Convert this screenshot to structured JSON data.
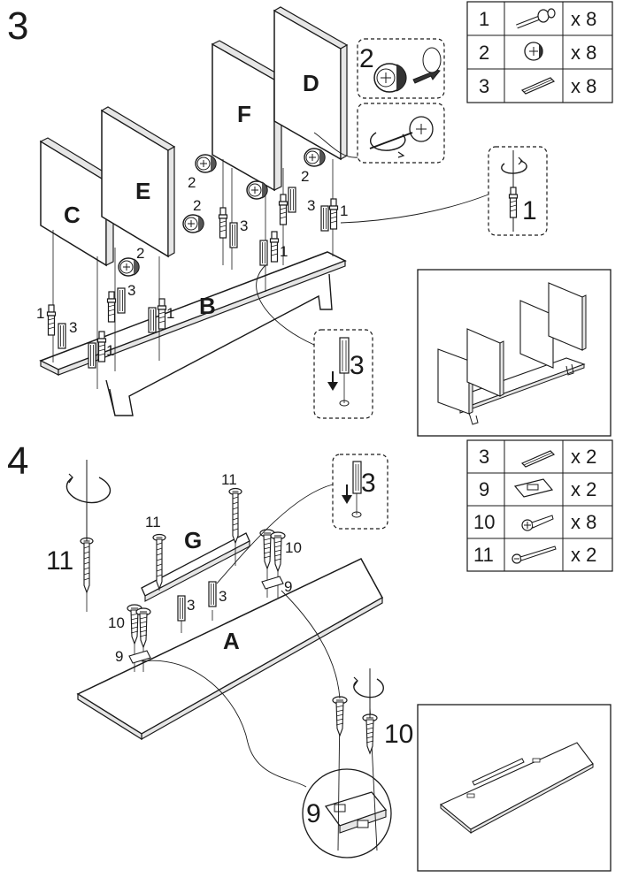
{
  "steps": {
    "step3": {
      "number": "3",
      "panels": {
        "C": "C",
        "E": "E",
        "F": "F",
        "D": "D",
        "B": "B"
      },
      "callouts": {
        "cam_detail_num": "2",
        "cam_screw_detail_num": "1",
        "dowel_detail_num": "3"
      },
      "part_labels": {
        "p2a": "2",
        "p2b": "2",
        "p2c": "2",
        "p2d": "2",
        "p1a": "1",
        "p1b": "1",
        "p1c": "1",
        "p1d": "1",
        "p1e": "1",
        "p3a": "3",
        "p3b": "3",
        "p3c": "3",
        "p3d": "3"
      },
      "parts_table": [
        {
          "num": "1",
          "icon": "cam-bolt-icon",
          "qty": "x 8"
        },
        {
          "num": "2",
          "icon": "cam-lock-icon",
          "qty": "x 8"
        },
        {
          "num": "3",
          "icon": "wood-dowel-icon",
          "qty": "x 8"
        }
      ]
    },
    "step4": {
      "number": "4",
      "panels": {
        "A": "A",
        "G": "G"
      },
      "callouts": {
        "dowel_detail_num": "3",
        "bracket_detail_num": "9",
        "screw_detail_num": "10",
        "long_screw_num": "11"
      },
      "part_labels": {
        "p11a": "11",
        "p11b": "11",
        "p10a": "10",
        "p10b": "10",
        "p9a": "9",
        "p9b": "9",
        "p3a": "3",
        "p3b": "3"
      },
      "parts_table": [
        {
          "num": "3",
          "icon": "wood-dowel-icon",
          "qty": "x 2"
        },
        {
          "num": "9",
          "icon": "bracket-icon",
          "qty": "x 2"
        },
        {
          "num": "10",
          "icon": "short-screw-icon",
          "qty": "x 8"
        },
        {
          "num": "11",
          "icon": "long-screw-icon",
          "qty": "x 2"
        }
      ]
    }
  },
  "colors": {
    "line": "#1a1a1a",
    "panel_face": "#ffffff",
    "panel_edge": "#d6d6d6"
  }
}
